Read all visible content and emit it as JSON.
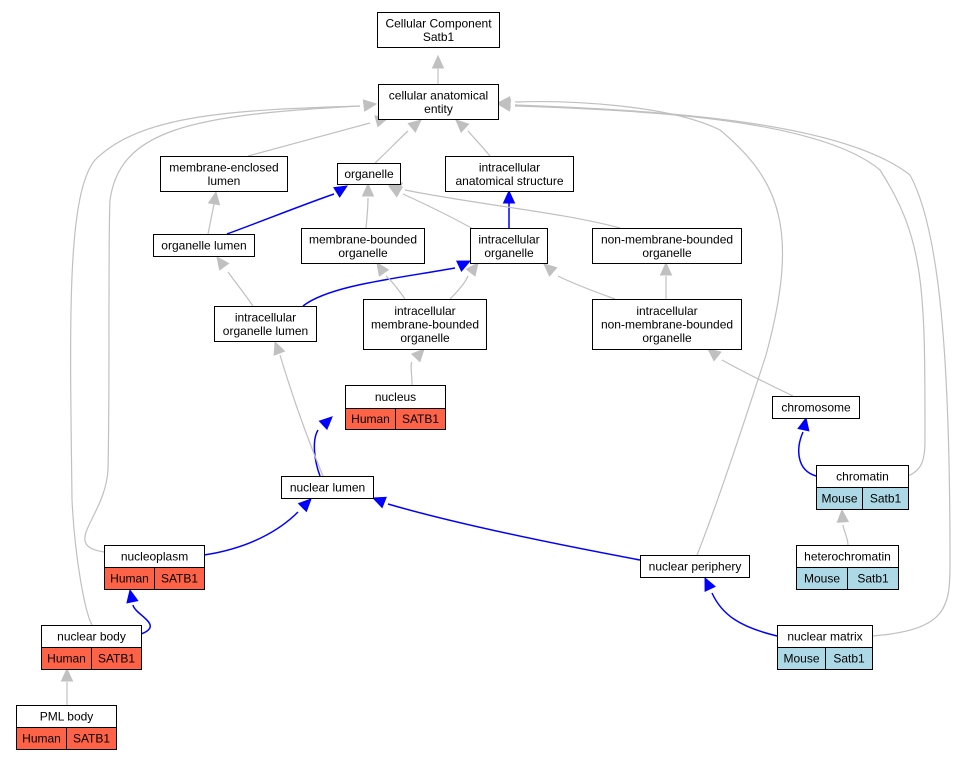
{
  "colors": {
    "human": "#ff6347",
    "mouse": "#add8e6",
    "edge_gray": "#c0c0c0",
    "edge_blue": "#0000ff",
    "border": "#000000"
  },
  "nodes": {
    "root": {
      "lines": [
        "Cellular Component",
        "Satb1"
      ]
    },
    "cae": {
      "lines": [
        "cellular anatomical",
        "entity"
      ]
    },
    "mel": {
      "lines": [
        "membrane-enclosed",
        "lumen"
      ]
    },
    "org": {
      "lines": [
        "organelle"
      ]
    },
    "ias": {
      "lines": [
        "intracellular",
        "anatomical structure"
      ]
    },
    "orglumen": {
      "lines": [
        "organelle lumen"
      ]
    },
    "mbo": {
      "lines": [
        "membrane-bounded",
        "organelle"
      ]
    },
    "io": {
      "lines": [
        "intracellular",
        "organelle"
      ]
    },
    "nmbo": {
      "lines": [
        "non-membrane-bounded",
        "organelle"
      ]
    },
    "iol": {
      "lines": [
        "intracellular",
        "organelle lumen"
      ]
    },
    "imbo": {
      "lines": [
        "intracellular",
        "membrane-bounded",
        "organelle"
      ]
    },
    "inmbo": {
      "lines": [
        "intracellular",
        "non-membrane-bounded",
        "organelle"
      ]
    },
    "nucleus": {
      "lines": [
        "nucleus"
      ],
      "cells": [
        "Human",
        "SATB1"
      ]
    },
    "chromosome": {
      "lines": [
        "chromosome"
      ]
    },
    "nuclumen": {
      "lines": [
        "nuclear lumen"
      ]
    },
    "chromatin": {
      "lines": [
        "chromatin"
      ],
      "cells": [
        "Mouse",
        "Satb1"
      ]
    },
    "nucleoplasm": {
      "lines": [
        "nucleoplasm"
      ],
      "cells": [
        "Human",
        "SATB1"
      ]
    },
    "nucperiph": {
      "lines": [
        "nuclear periphery"
      ]
    },
    "heterochromatin": {
      "lines": [
        "heterochromatin"
      ],
      "cells": [
        "Mouse",
        "Satb1"
      ]
    },
    "nucbody": {
      "lines": [
        "nuclear body"
      ],
      "cells": [
        "Human",
        "SATB1"
      ]
    },
    "nucmatrix": {
      "lines": [
        "nuclear matrix"
      ],
      "cells": [
        "Mouse",
        "Satb1"
      ]
    },
    "pml": {
      "lines": [
        "PML body"
      ],
      "cells": [
        "Human",
        "SATB1"
      ]
    }
  }
}
